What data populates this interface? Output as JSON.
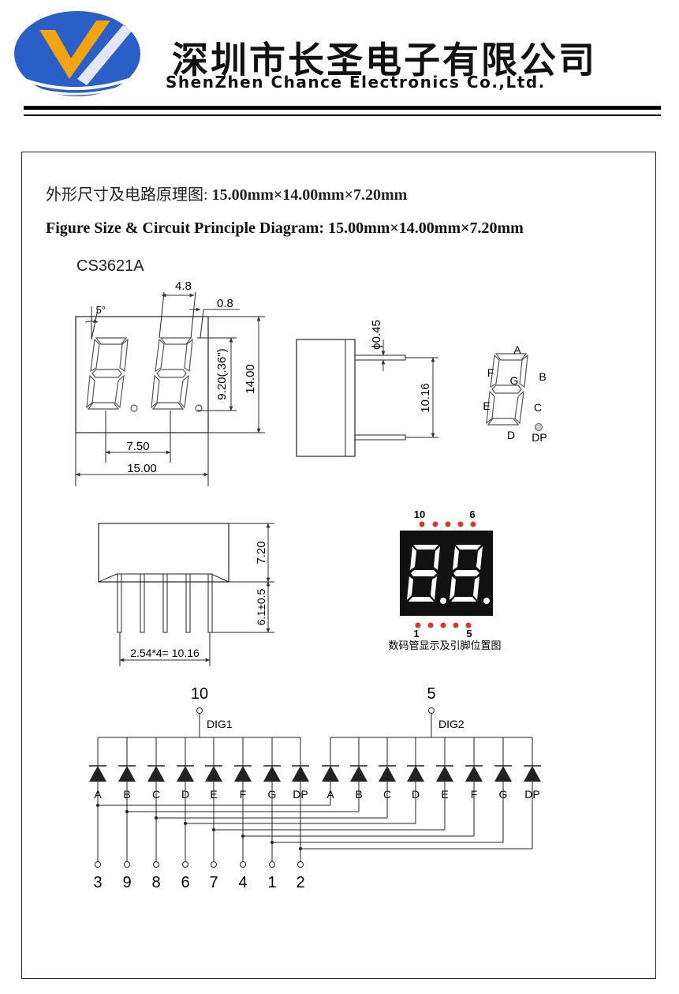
{
  "header": {
    "company_cn": "深圳市长圣电子有限公司",
    "company_en": "ShenZhen Chance Electronics Co.,Ltd.",
    "logo_icon": "company-logo-icon",
    "brand_colors": [
      "#2a5fc7",
      "#f2a413"
    ]
  },
  "title": {
    "cn_prefix": "外形尺寸及电路原理图: ",
    "cn_dims": "15.00mm×14.00mm×7.20mm",
    "en": "Figure Size & Circuit Principle Diagram: 15.00mm×14.00mm×7.20mm"
  },
  "model": "CS3621A",
  "dimensions": {
    "tilt": "5°",
    "digit_width": "4.8",
    "segment_width": "0.8",
    "digit_height": "9.20(.36\")",
    "body_height": "14.00",
    "pitch": "7.50",
    "body_width": "15.00",
    "pin_diameter": "ϕ0.45",
    "row_spacing": "10.16",
    "depth": "7.20",
    "pin_length": "6.1±0.5",
    "pin_pitch": "2.54*4= 10.16"
  },
  "segment_labels": {
    "a": "A",
    "b": "B",
    "c": "C",
    "d": "D",
    "e": "E",
    "f": "F",
    "g": "G",
    "dp": "DP"
  },
  "pin_view": {
    "top_left": "10",
    "top_right": "6",
    "bottom_left": "1",
    "bottom_right": "5",
    "caption": "数码管显示及引脚位置图",
    "pin_color": "#d23a2a",
    "body_color": "#111111"
  },
  "circuit": {
    "common_pins": [
      "10",
      "5"
    ],
    "digit_labels": [
      "DIG1",
      "DIG2"
    ],
    "segments": [
      "A",
      "B",
      "C",
      "D",
      "E",
      "F",
      "G",
      "DP"
    ],
    "output_pins": [
      "3",
      "9",
      "8",
      "6",
      "7",
      "4",
      "1",
      "2"
    ]
  }
}
